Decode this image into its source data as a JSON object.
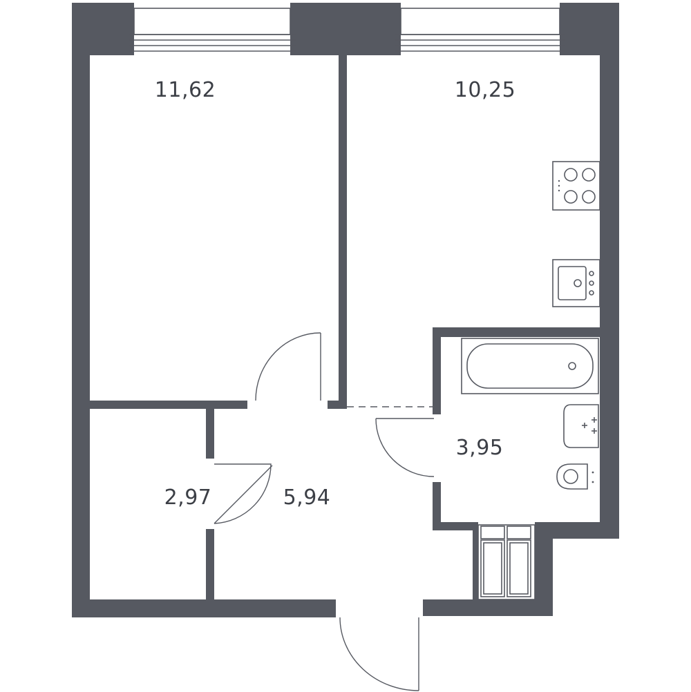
{
  "colors": {
    "wall": "#565961",
    "line": "#565961",
    "label": "#3c3f46",
    "background": "#ffffff"
  },
  "rooms": {
    "bedroom": {
      "area": "11,62"
    },
    "kitchen": {
      "area": "10,25"
    },
    "storage": {
      "area": "2,97"
    },
    "hallway": {
      "area": "5,94"
    },
    "bathroom": {
      "area": "3,95"
    }
  },
  "fixtures": {
    "stove": "stove-icon",
    "sink": "kitchen-sink-icon",
    "bathtub": "bathtub-icon",
    "washbasin": "washbasin-icon",
    "toilet": "toilet-icon",
    "wardrobe": "wardrobe-icon",
    "windows": "window-icon",
    "doors": "door-swing-icon"
  }
}
